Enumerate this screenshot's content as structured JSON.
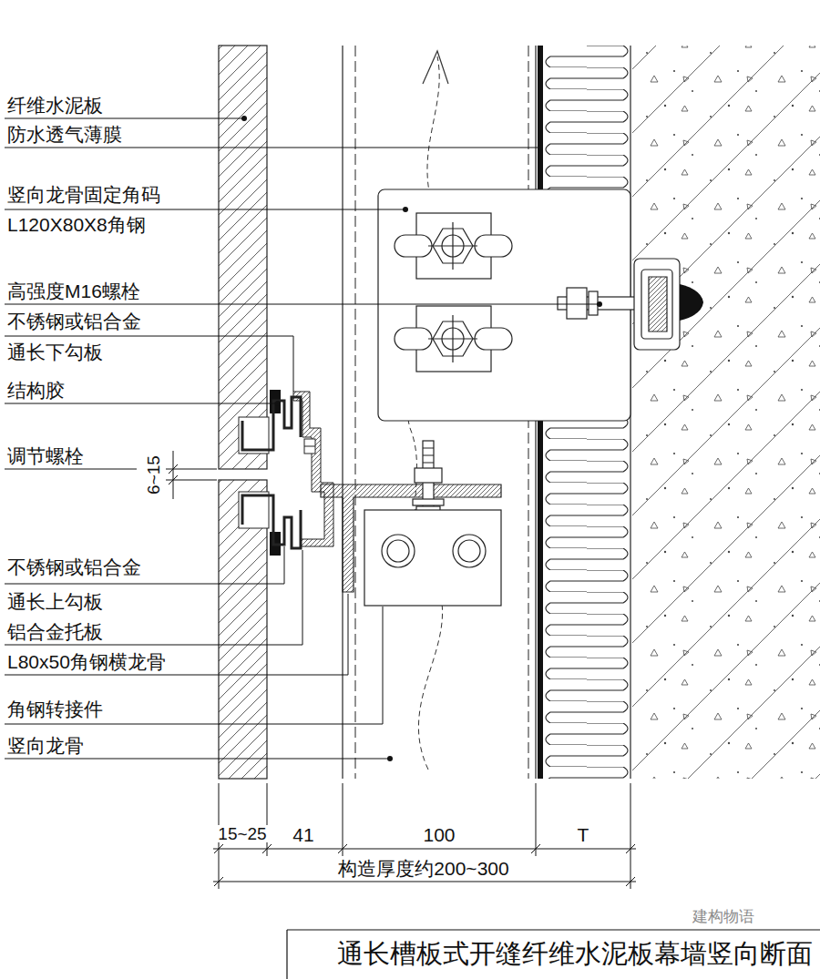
{
  "diagram": {
    "title": "通长槽板式开缝纤维水泥板幕墙竖向断面",
    "labels": [
      "纤维水泥板",
      "防水透气薄膜",
      "竖向龙骨固定角码",
      "L120X80X8角钢",
      "高强度M16螺栓",
      "不锈钢或铝合金",
      "通长下勾板",
      "结构胶",
      "调节螺栓",
      "6~15",
      "不锈钢或铝合金",
      "通长上勾板",
      "铝合金托板",
      "L80x50角钢横龙骨",
      "角钢转接件",
      "竖向龙骨",
      "15~25",
      "41",
      "100",
      "T",
      "构造厚度约200~300",
      "建构物语"
    ]
  }
}
